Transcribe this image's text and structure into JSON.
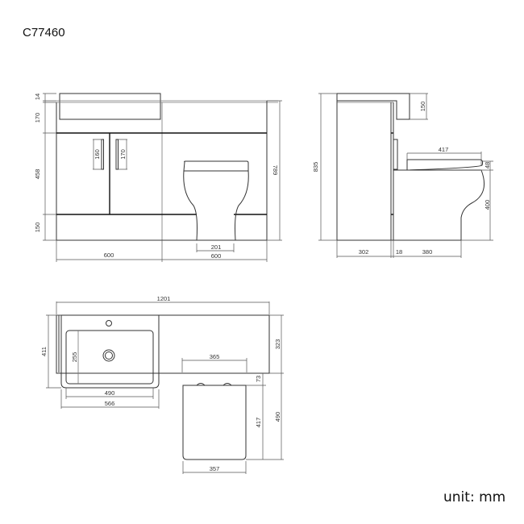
{
  "title": "C77460",
  "unit_label": "unit: mm",
  "front_view": {
    "dims": {
      "basin_lip": "14",
      "basin_height": "170",
      "door_height": "458",
      "plinth_height": "150",
      "handle_left": "160",
      "handle_right": "170",
      "total_height": "789",
      "left_width": "600",
      "right_width": "600",
      "pan_base_width": "201"
    }
  },
  "side_view": {
    "dims": {
      "total_height": "835",
      "basin_depth_height": "150",
      "seat_length": "417",
      "seat_thickness": "48",
      "pan_height": "400",
      "cabinet_depth": "302",
      "panel_thickness": "18",
      "pan_projection": "380"
    }
  },
  "top_view": {
    "dims": {
      "total_width": "1201",
      "basin_depth": "411",
      "bowl_depth": "255",
      "bowl_width": "490",
      "basin_width": "566",
      "cabinet_depth": "323",
      "seat_width": "365",
      "pan_offset": "73",
      "seat_depth": "417",
      "pan_depth": "490",
      "pan_width": "357"
    }
  }
}
